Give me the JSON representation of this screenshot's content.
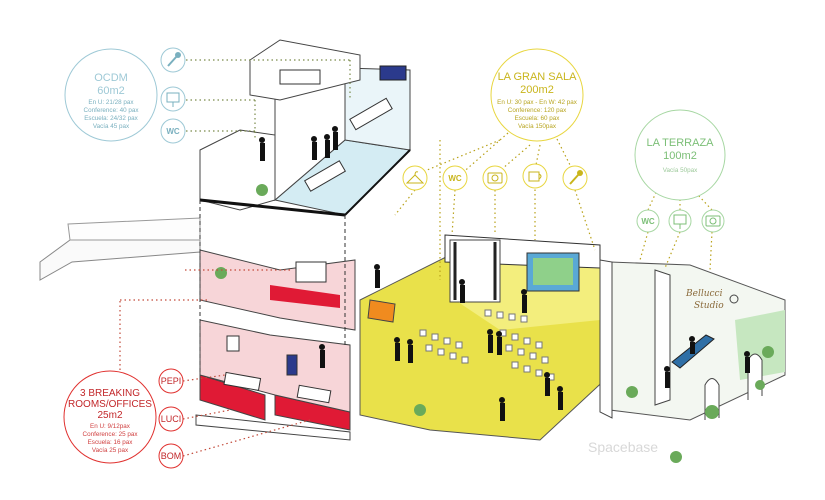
{
  "ocdm": {
    "title": "OCDM",
    "area": "60m2",
    "details": [
      "En U: 21/28 pax",
      "Conference: 40 pax",
      "Escuela: 24/32 pax",
      "Vacía 45 pax"
    ],
    "icons": [
      "microphone-icon",
      "flipchart-icon",
      "wc-icon"
    ],
    "wc_label": "WC"
  },
  "gran_sala": {
    "title": "LA GRAN SALA",
    "area": "200m2",
    "details": [
      "En U: 30 pax - En W: 42 pax",
      "Conference: 120 pax",
      "Escuela: 60 pax",
      "Vacía 150pax"
    ],
    "icons": [
      "hanger-icon",
      "wc-icon",
      "camera-icon",
      "coffee-icon",
      "microphone-icon"
    ],
    "wc_label": "WC"
  },
  "terraza": {
    "title": "LA TERRAZA",
    "area": "100m2",
    "details": [
      "Vacía 50pax"
    ],
    "icons": [
      "wc-icon",
      "flipchart-icon",
      "camera-icon"
    ],
    "wc_label": "WC"
  },
  "breaking": {
    "title_line1": "3 BREAKING",
    "title_line2": "ROOMS/OFFICES",
    "area": "25m2",
    "details": [
      "En U: 9/12pax",
      "Conference: 25 pax",
      "Escuela: 16 pax",
      "Vacía 25 pax"
    ],
    "rooms": [
      "PEPI",
      "LUCI",
      "BOM"
    ]
  },
  "studio_sign": {
    "line1": "Bellucci",
    "line2": "Studio"
  },
  "watermark": "Spacebase",
  "colors": {
    "ocdm": "#9ec9d6",
    "gran_sala": "#e8d640",
    "terraza": "#a7d7a3",
    "breaking": "#e0312f",
    "floor_yellow": "#e9e14a",
    "floor_red": "#e01a35",
    "room_pink": "#f7d5d8",
    "room_blue": "#d4ecf3"
  }
}
